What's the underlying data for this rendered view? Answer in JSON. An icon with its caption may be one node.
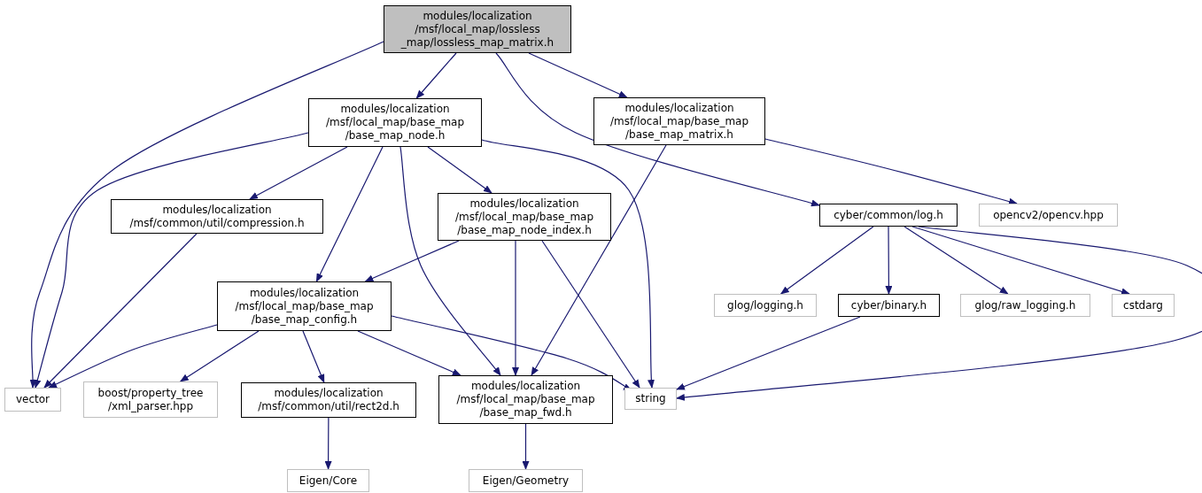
{
  "diagram": {
    "nodes": [
      {
        "text": [
          "modules/localization /msf/local_map/lossless _map/lossless_map_matrix.h"
        ]
      },
      {
        "text": [
          "modules/localization /msf/local_map/base_map /base_map_node.h"
        ]
      },
      {
        "text": [
          "modules/localization /msf/local_map/base_map /base_map_matrix.h"
        ]
      },
      {
        "text": [
          "modules/localization /msf/common/util/compression.h"
        ]
      },
      {
        "text": [
          "modules/localization /msf/local_map/base_map /base_map_node_index.h"
        ]
      },
      {
        "text": [
          "cyber/common/log.h"
        ]
      },
      {
        "text": [
          "opencv2/opencv.hpp"
        ]
      },
      {
        "text": [
          "modules/localization /msf/local_map/base_map /base_map_config.h"
        ]
      },
      {
        "text": [
          "glog/logging.h"
        ]
      },
      {
        "text": [
          "cyber/binary.h"
        ]
      },
      {
        "text": [
          "glog/raw_logging.h"
        ]
      },
      {
        "text": [
          "cstdarg"
        ]
      },
      {
        "text": [
          "vector"
        ]
      },
      {
        "text": [
          "boost/property_tree /xml_parser.hpp"
        ]
      },
      {
        "text": [
          "modules/localization /msf/common/util/rect2d.h"
        ]
      },
      {
        "text": [
          "modules/localization /msf/local_map/base_map /base_map_fwd.h"
        ]
      },
      {
        "text": [
          "string"
        ]
      },
      {
        "text": [
          "Eigen/Core"
        ]
      },
      {
        "text": [
          "Eigen/Geometry"
        ]
      }
    ],
    "edges": [
      {
        "from": 0,
        "to": 12,
        "arrow": "to"
      },
      {
        "from": 0,
        "to": 1,
        "arrow": "to"
      },
      {
        "from": 0,
        "to": 2,
        "arrow": "to"
      },
      {
        "from": 0,
        "to": 5,
        "arrow": "to"
      },
      {
        "from": 1,
        "to": 12,
        "arrow": "to"
      },
      {
        "from": 1,
        "to": 3,
        "arrow": "to"
      },
      {
        "from": 1,
        "to": 7,
        "arrow": "to"
      },
      {
        "from": 1,
        "to": 15,
        "arrow": "to"
      },
      {
        "from": 1,
        "to": 4,
        "arrow": "to"
      },
      {
        "from": 1,
        "to": 16,
        "arrow": "to"
      },
      {
        "from": 2,
        "to": 15,
        "arrow": "to"
      },
      {
        "from": 2,
        "to": 6,
        "arrow": "to"
      },
      {
        "from": 3,
        "to": 12,
        "arrow": "to"
      },
      {
        "from": 4,
        "to": 7,
        "arrow": "to"
      },
      {
        "from": 4,
        "to": 15,
        "arrow": "to"
      },
      {
        "from": 4,
        "to": 16,
        "arrow": "to"
      },
      {
        "from": 7,
        "to": 12,
        "arrow": "to"
      },
      {
        "from": 7,
        "to": 13,
        "arrow": "to"
      },
      {
        "from": 7,
        "to": 14,
        "arrow": "to"
      },
      {
        "from": 7,
        "to": 15,
        "arrow": "to"
      },
      {
        "from": 7,
        "to": 16,
        "arrow": "to"
      },
      {
        "from": 5,
        "to": 8,
        "arrow": "to"
      },
      {
        "from": 5,
        "to": 9,
        "arrow": "to"
      },
      {
        "from": 5,
        "to": 10,
        "arrow": "to"
      },
      {
        "from": 5,
        "to": 11,
        "arrow": "to"
      },
      {
        "from": 5,
        "to": 16,
        "arrow": "to"
      },
      {
        "from": 9,
        "to": 16,
        "arrow": "to"
      },
      {
        "from": 14,
        "to": 17,
        "arrow": "to"
      },
      {
        "from": 15,
        "to": 18,
        "arrow": "to"
      }
    ]
  }
}
